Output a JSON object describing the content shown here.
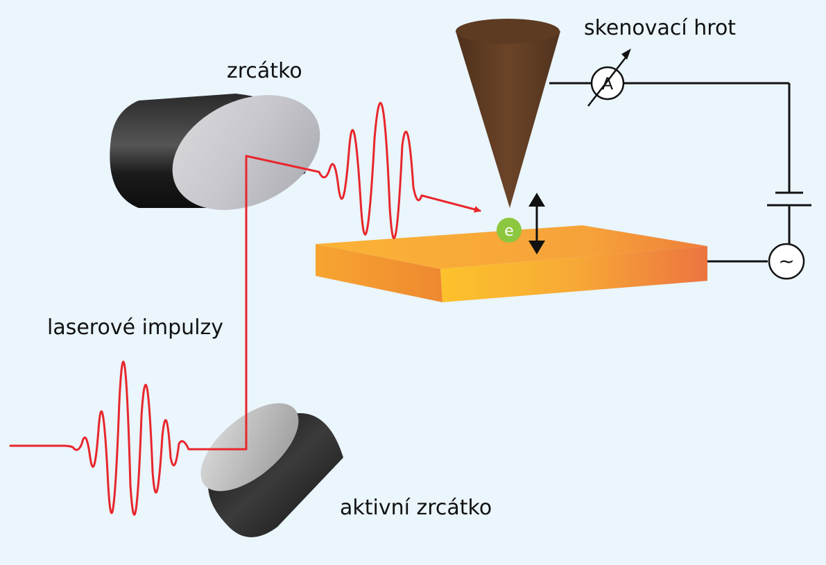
{
  "labels": {
    "mirror": "zrcátko",
    "scanning_tip": "skenovací hrot",
    "laser_pulses": "laserové impulzy",
    "active_mirror": "aktivní zrcátko"
  },
  "symbols": {
    "electron": "e",
    "ammeter": "A",
    "ac_source": "~"
  },
  "colors": {
    "background": "#eaf5fc",
    "laser": "#e8262b",
    "tip": "#5c3a21",
    "sample_top": "#f7a53a",
    "sample_edge": "#f08a2a",
    "electron": "#8dc63f",
    "wire": "#111111"
  }
}
